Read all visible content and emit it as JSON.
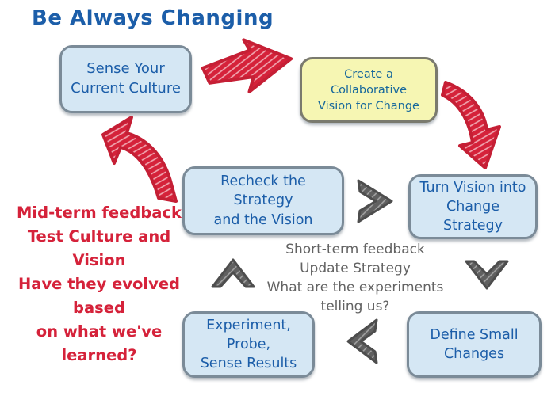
{
  "title": "Be Always Changing",
  "nodes": {
    "sense": {
      "lines": [
        "Sense Your",
        "Current Culture"
      ]
    },
    "create": {
      "lines": [
        "Create a Collaborative",
        "Vision for Change"
      ],
      "highlighted": true
    },
    "turn": {
      "lines": [
        "Turn Vision into",
        "Change Strategy"
      ]
    },
    "recheck": {
      "lines": [
        "Recheck the Strategy",
        "and the Vision"
      ]
    },
    "experiment": {
      "lines": [
        "Experiment, Probe,",
        "Sense Results"
      ]
    },
    "define": {
      "lines": [
        "Define Small",
        "Changes"
      ]
    }
  },
  "annotations": {
    "midterm": {
      "lines": [
        "Mid-term feedback",
        "Test Culture and Vision",
        "Have they evolved based",
        "on what we've learned?"
      ]
    },
    "shortterm": {
      "lines": [
        "Short-term feedback",
        "Update Strategy",
        "What are the experiments",
        "telling us?"
      ]
    }
  },
  "icons": [
    "red-arrow-right-icon",
    "red-arrow-down-icon",
    "red-arrow-return-icon",
    "chevron-right-icon",
    "chevron-down-icon",
    "chevron-left-icon",
    "chevron-up-icon"
  ],
  "colors": {
    "background": "#ffffff",
    "node_fill": "#d5e7f4",
    "node_border": "#7b8b98",
    "highlight_fill": "#f6f6b3",
    "highlight_border": "#7a7a6e",
    "node_text": "#1c5ea9",
    "accent_red": "#d5223a",
    "chevron_gray": "#606060",
    "annotation_gray": "#636363"
  }
}
